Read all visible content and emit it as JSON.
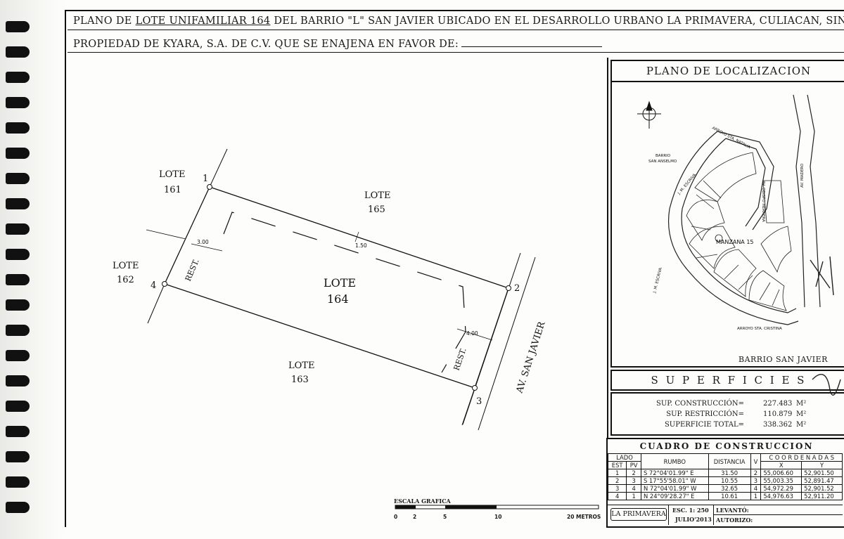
{
  "header": {
    "line1_pre": "PLANO DE ",
    "line1_u": "LOTE UNIFAMILIAR 164",
    "line1_post": " DEL BARRIO \"L\" SAN JAVIER UBICADO EN EL DESARROLLO URBANO LA PRIMAVERA, CULIACAN, SINALOA",
    "line2": "PROPIEDAD DE KYARA, S.A. DE C.V. QUE SE ENAJENA EN FAVOR DE:"
  },
  "plan": {
    "lote_main": "LOTE",
    "lote_main_num": "164",
    "neighbors": [
      {
        "label": "LOTE",
        "num": "161"
      },
      {
        "label": "LOTE",
        "num": "165"
      },
      {
        "label": "LOTE",
        "num": "162"
      },
      {
        "label": "LOTE",
        "num": "163"
      }
    ],
    "vertices": [
      "1",
      "2",
      "3",
      "4"
    ],
    "rest_label": "REST.",
    "dims": [
      "3.00",
      "1.50",
      "4.00"
    ],
    "street": "AV. SAN JAVIER"
  },
  "scale": {
    "title": "ESCALA GRAFICA",
    "ticks": [
      "0",
      "2",
      "5",
      "10",
      "20 METROS"
    ]
  },
  "location": {
    "title": "PLANO DE LOCALIZACION",
    "labels": {
      "arroyo_natalia": "ARROYO STA. NATALIA",
      "barrio_anselmo_1": "BARRIO",
      "barrio_anselmo_2": "SAN ANSELMO",
      "escrina_1": "J. M. ESCRIVA",
      "av_obispo": "AV. OBISPO HERRERA",
      "av_madero": "AV. MADERO",
      "manzana": "MANZANA 15",
      "escrina_2": "J. M. ESCRIVA",
      "arroyo_cristina": "ARROYO STA. CRISTINA"
    },
    "footer": "BARRIO SAN JAVIER"
  },
  "superficies": {
    "title": "S U P E R F I C I E S",
    "rows": [
      {
        "label": "SUP. CONSTRUCCIÓN=",
        "value": "227.483",
        "unit": "M²"
      },
      {
        "label": "SUP. RESTRICCIÓN=",
        "value": "110.879",
        "unit": "M²"
      },
      {
        "label": "SUPERFICIE TOTAL=",
        "value": "338.362",
        "unit": "M²"
      }
    ]
  },
  "cuadro": {
    "title": "CUADRO DE CONSTRUCCION",
    "headers": {
      "lado": "LADO",
      "est": "EST",
      "pv": "PV",
      "rumbo": "RUMBO",
      "distancia": "DISTANCIA",
      "v": "V",
      "coord": "C O O R D E N A D A S",
      "x": "X",
      "y": "Y"
    },
    "rows": [
      {
        "est": "1",
        "pv": "2",
        "rumbo": "S 72°04'01.99\" E",
        "dist": "31.50",
        "v": "2",
        "x": "55,006.60",
        "y": "52,901.50"
      },
      {
        "est": "2",
        "pv": "3",
        "rumbo": "S 17°55'58.01\" W",
        "dist": "10.55",
        "v": "3",
        "x": "55,003.35",
        "y": "52,891.47"
      },
      {
        "est": "3",
        "pv": "4",
        "rumbo": "N 72°04'01.99\" W",
        "dist": "32.65",
        "v": "4",
        "x": "54,972.29",
        "y": "52,901.52"
      },
      {
        "est": "4",
        "pv": "1",
        "rumbo": "N 24°09'28.27\" E",
        "dist": "10.61",
        "v": "1",
        "x": "54,976.63",
        "y": "52,911.20"
      }
    ]
  },
  "titleblock": {
    "logo": "LA PRIMAVERA",
    "escala": "ESC. 1: 250",
    "fecha": "JULIO'2013",
    "levanto": "LEVANTÓ:",
    "autorizo": "AUTORIZO:"
  }
}
